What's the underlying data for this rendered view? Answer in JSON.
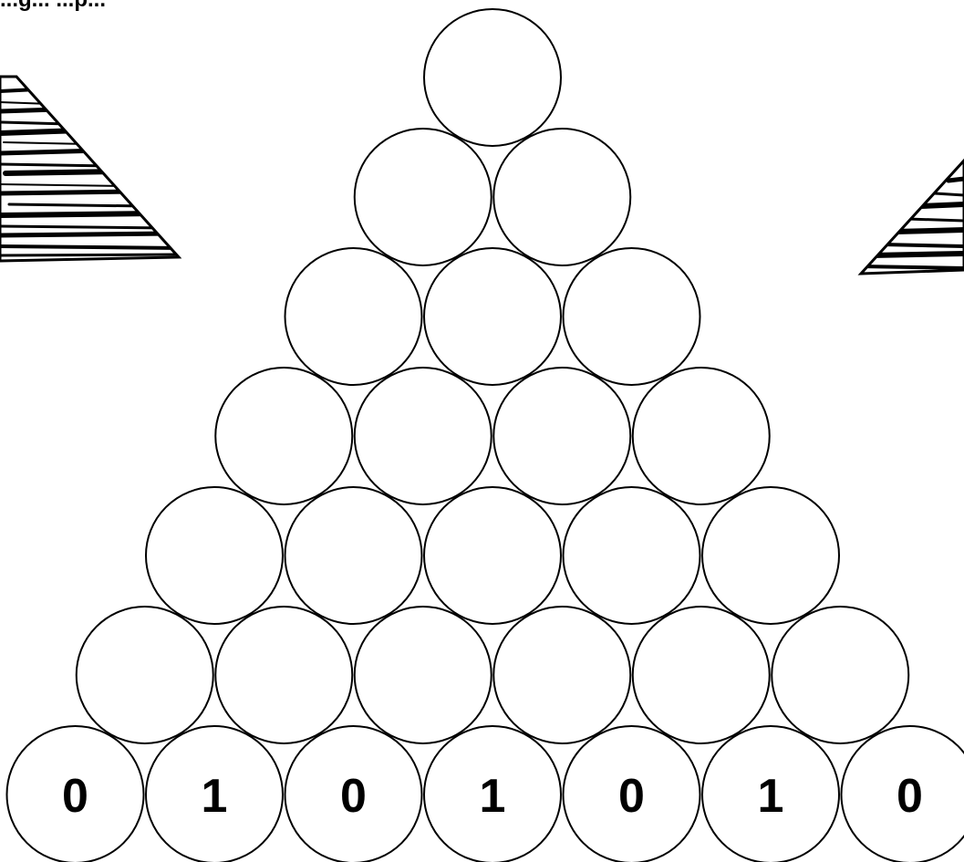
{
  "caption": "...g... ...p...",
  "pyramid": {
    "rows": 7,
    "bottom_row_values": [
      "0",
      "1",
      "0",
      "1",
      "0",
      "1",
      "0"
    ]
  },
  "colors": {
    "circle_stroke": "#000000",
    "circle_fill": "#ffffff",
    "text": "#000000"
  },
  "decorations": {
    "left": "hatched-pyramid-sketch",
    "right": "hatched-pyramid-sketch"
  }
}
